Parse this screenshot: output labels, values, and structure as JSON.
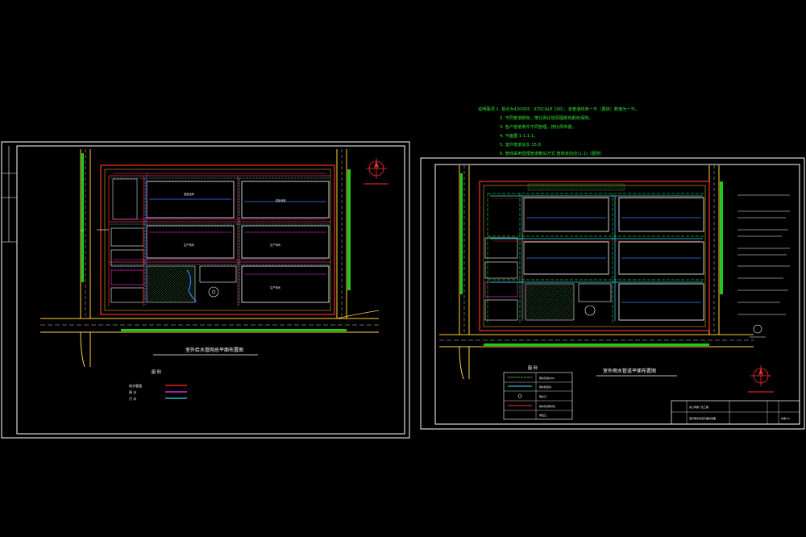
{
  "notes": {
    "lines": [
      "说明事项 1. 视点为4200DC（LTSCALE 100），各管道线条一平（黑体）数值为一平。",
      "2. 不同管道颜色，按比例比较原图颜色颜色保持。",
      "3. 各户管道条件不同管理，按比例布置。",
      "4. 平面图 1:1,1:1。",
      "5. 室外管道总长 15.8",
      "6. 管线采用直埋管道敷设方式 管道走向应(1:1)（图例）"
    ]
  },
  "left_sheet": {
    "title": "室外给水管网总平面布置图",
    "legend_title": "图 例",
    "legend_items": [
      "给水管道",
      "雨 水",
      "污 水"
    ],
    "legend_colors": [
      "#ff2a2a",
      "#ff33ff",
      "#33e0ff"
    ],
    "buildings": [
      "成品仓库",
      "成品仓库",
      "生产车间",
      "生产车间",
      "生产车间"
    ]
  },
  "right_sheet": {
    "title": "室外雨水管道平面布置图",
    "legend_title": "图 例",
    "legend_rows": [
      {
        "label": "雨水管道(DN)"
      },
      {
        "label": "雨水检查井"
      },
      {
        "label": "雨水口"
      },
      {
        "label": "排水管(雨水管)"
      },
      {
        "label": "排出口"
      }
    ],
    "titleblock": {
      "project": "某公司新厂区工程",
      "drawing": "室外雨水管道平面布置图",
      "sheet": "水施-01"
    }
  }
}
